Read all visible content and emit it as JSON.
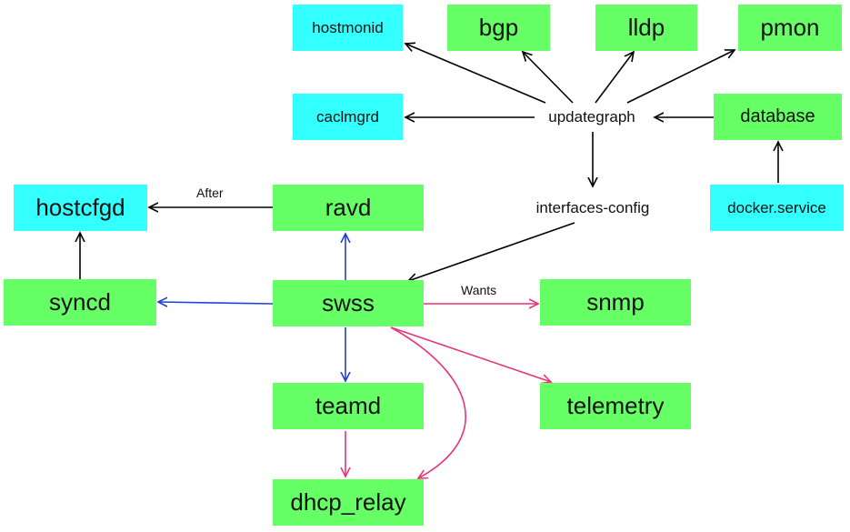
{
  "nodes": {
    "hostmonid": "hostmonid",
    "bgp": "bgp",
    "lldp": "lldp",
    "pmon": "pmon",
    "caclmgrd": "caclmgrd",
    "updategraph": "updategraph",
    "database": "database",
    "hostcfgd": "hostcfgd",
    "ravd": "ravd",
    "interfaces_config": "interfaces-config",
    "docker_service": "docker.service",
    "syncd": "syncd",
    "swss": "swss",
    "snmp": "snmp",
    "teamd": "teamd",
    "telemetry": "telemetry",
    "dhcp_relay": "dhcp_relay"
  },
  "edge_labels": {
    "after": "After",
    "wants": "Wants"
  },
  "colors": {
    "green_node": "#66ff66",
    "cyan_node": "#33ffff",
    "after_edge": "#000000",
    "requires_edge": "#1f3fdb",
    "wants_edge": "#e8327a"
  }
}
